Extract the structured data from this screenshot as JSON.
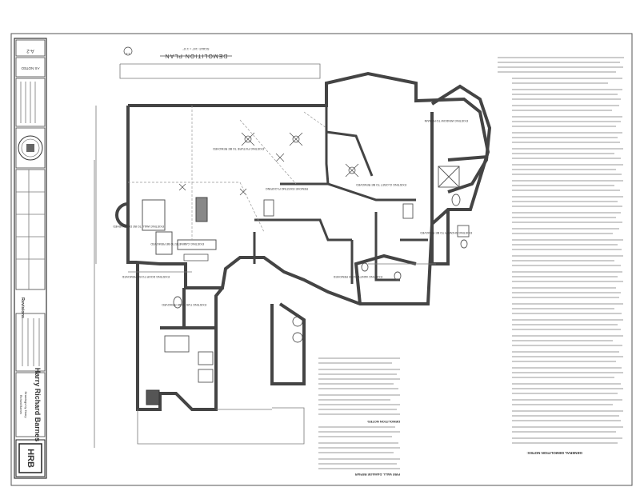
{
  "title_block": {
    "firm_name": "Harry Richard Barnes",
    "firm_subtitle": "Drawings by Harry",
    "firm_contact": "Richard Barnes",
    "monogram": "HRB",
    "sheet_label": "AS NOTED",
    "sheet_number": "A-2",
    "revisions_label": "Revisions"
  },
  "drawing": {
    "title": "DEMOLITION PLAN",
    "scale": "SCALE: 1/4\" = 1'-0\"",
    "north_marker": "1-4"
  },
  "notes": {
    "general_heading": "GENERAL DEMOLITION NOTES:",
    "fire_wall_heading": "FIRE WALL DAMAGE REPAIR",
    "demolition_heading": "DEMOLITION NOTES:"
  },
  "room_labels": [
    "EXISTING WALL TO BE DEMOLISHED",
    "EXISTING DOOR TO BE REMOVED",
    "EXISTING CABINETS TO BE REMOVED",
    "EXISTING FIXTURE TO BE REMOVED",
    "REMOVE EXISTING FLOORING",
    "EXISTING WINDOW TO REMAIN",
    "EXISTING CLOSET TO BE REMOVED",
    "EXISTING TUB TO BE REMOVED",
    "EXISTING VANITY TO BE REMOVED",
    "EXISTING SHOWER TO BE REMOVED"
  ]
}
